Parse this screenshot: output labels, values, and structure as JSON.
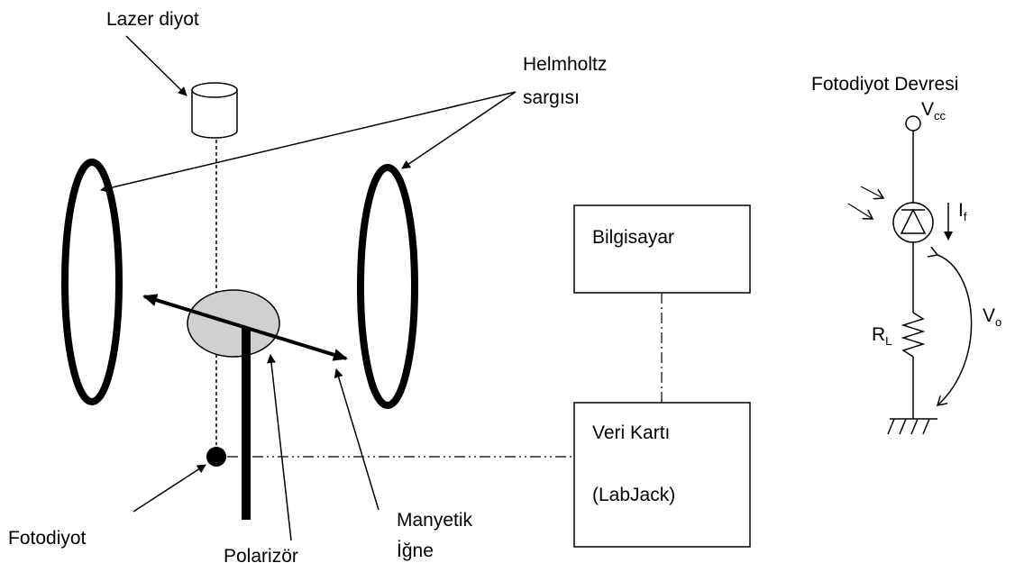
{
  "labels": {
    "laser_diode": "Lazer diyot",
    "helmholtz_line1": "Helmholtz",
    "helmholtz_line2": "sargısı",
    "circuit_title": "Fotodiyot Devresi",
    "computer": "Bilgisayar",
    "data_card_line1": "Veri Kartı",
    "data_card_line2": "(LabJack)",
    "photodiode": "Fotodiyot",
    "polarizer": "Polarizör",
    "needle_line1": "Manyetik",
    "needle_line2": "İğne"
  },
  "circuit": {
    "vcc_main": "V",
    "vcc_sub": "cc",
    "if_main": "I",
    "if_sub": "f",
    "vo_main": "V",
    "vo_sub": "o",
    "rl_main": "R",
    "rl_sub": "L"
  }
}
